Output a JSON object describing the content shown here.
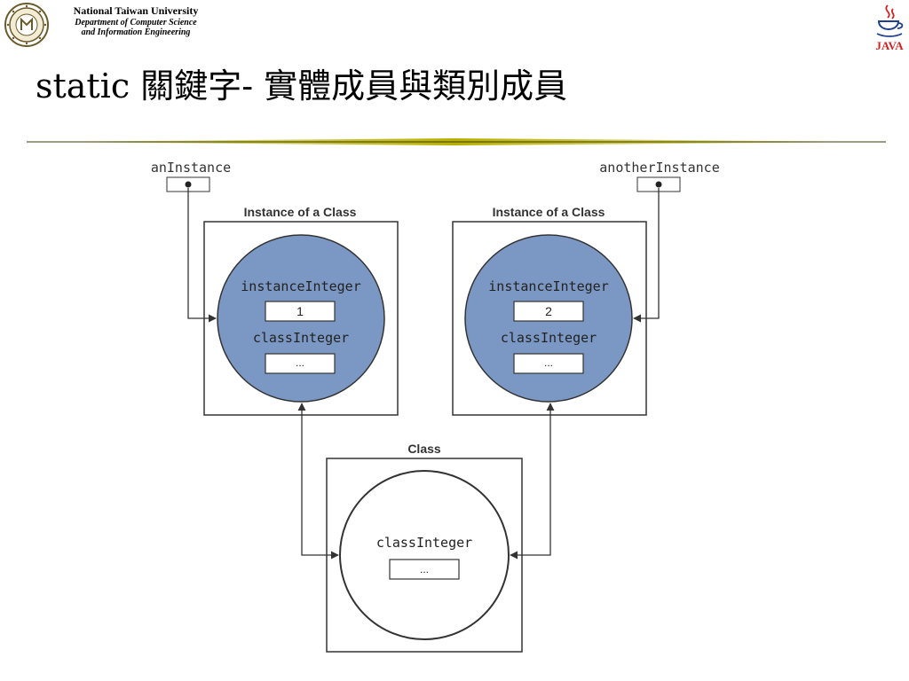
{
  "header": {
    "university": "National Taiwan University",
    "department_line1": "Department of Computer Science",
    "department_line2": "and Information Engineering",
    "java_logo_text": "JAVA"
  },
  "slide": {
    "title": "static 關鍵字- 實體成員與類別成員"
  },
  "diagram": {
    "left_reference": {
      "name": "anInstance"
    },
    "right_reference": {
      "name": "anotherInstance"
    },
    "left_instance": {
      "box_label": "Instance of a Class",
      "field1_name": "instanceInteger",
      "field1_value": "1",
      "field2_name": "classInteger",
      "field2_value": "..."
    },
    "right_instance": {
      "box_label": "Instance of a Class",
      "field1_name": "instanceInteger",
      "field1_value": "2",
      "field2_name": "classInteger",
      "field2_value": "..."
    },
    "class_object": {
      "box_label": "Class",
      "field_name": "classInteger",
      "field_value": "..."
    },
    "colors": {
      "instance_circle_fill": "#7b98c4",
      "class_circle_fill": "#ffffff",
      "stroke": "#333333",
      "title_rule": "#b8b000"
    }
  }
}
